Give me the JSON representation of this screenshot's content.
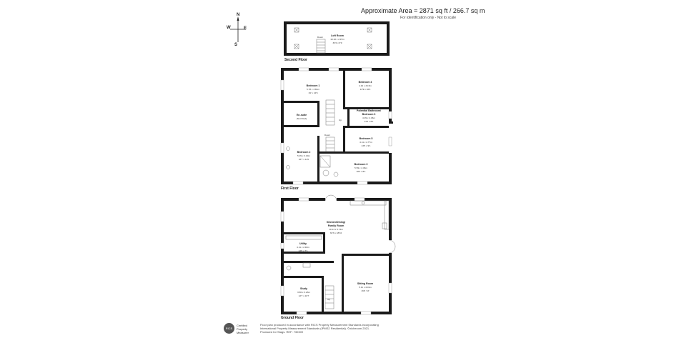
{
  "header": {
    "area": "Approximate Area = 2871 sq ft / 266.7 sq m",
    "note": "For identification only - Not to scale"
  },
  "compass": {
    "n": "N",
    "e": "E",
    "s": "S",
    "w": "W"
  },
  "floors": {
    "second": "Second Floor",
    "first": "First Floor",
    "ground": "Ground Floor"
  },
  "rooms": {
    "loft": {
      "name": "Loft Room",
      "dim_m": "10.10 x 2.97m",
      "dim_ft": "33'2 x 9'9"
    },
    "loft_down": "Down",
    "bed1": {
      "name": "Bedroom 1",
      "dim_m": "5.78 x 3.81m",
      "dim_ft": "19' x 12'6"
    },
    "bed4": {
      "name": "Bedroom 4",
      "dim_m": "4.19 x 3.15m",
      "dim_ft": "13'9 x 10'4"
    },
    "ensuite": {
      "name": "En-suite",
      "note": "(Not fitted)"
    },
    "pot_bath": {
      "name": "Potential Bathroom/",
      "name2": "Bedroom 6",
      "dim_m": "4.09 x 2.46m",
      "dim_ft": "13'4 x 8'1"
    },
    "up_label": "Up",
    "down_label": "Down",
    "bed5": {
      "name": "Bedroom 5",
      "dim_m": "4.11 x 2.77m",
      "dim_ft": "13'6 x 9'1"
    },
    "bed2": {
      "name": "Bedroom 2",
      "dim_m": "5.09 x 3.40m",
      "dim_ft": "16'7 x 11'0"
    },
    "bed3": {
      "name": "Bedroom 3",
      "dim_m": "5.59 x 2.46m",
      "dim_ft": "18'4 x 8'1"
    },
    "kitchen": {
      "name": "Kitchen/Dining/",
      "name2": "Family Room",
      "dim_m": "10.14 x 5.74m",
      "dim_ft": "33'3 x 18'10"
    },
    "utility": {
      "name": "Utility",
      "dim_m": "4.11 x 2.18m",
      "dim_ft": "13'6 x 7'1"
    },
    "study": {
      "name": "Study",
      "dim_m": "3.86 x 3.23m",
      "dim_ft": "12'7 x 10'7"
    },
    "sitting": {
      "name": "Sitting Room",
      "dim_m": "5.11 x 4.01m",
      "dim_ft": "16'9 '13'"
    },
    "ground_up": "Up"
  },
  "footer": {
    "badge": "RICS",
    "cert_line1": "Certified",
    "cert_line2": "Property",
    "cert_line3": "Measurer",
    "text_line1": "Floor plan produced in accordance with RICS Property Measurement Standards incorporating",
    "text_line2": "International Property Measurement Standards (IPMS2 Residential). ©nichecom 2021.",
    "text_line3": "Produced for Stags.   REF: 730309"
  },
  "colors": {
    "wall": "#1a1a1a",
    "background": "#ffffff"
  }
}
